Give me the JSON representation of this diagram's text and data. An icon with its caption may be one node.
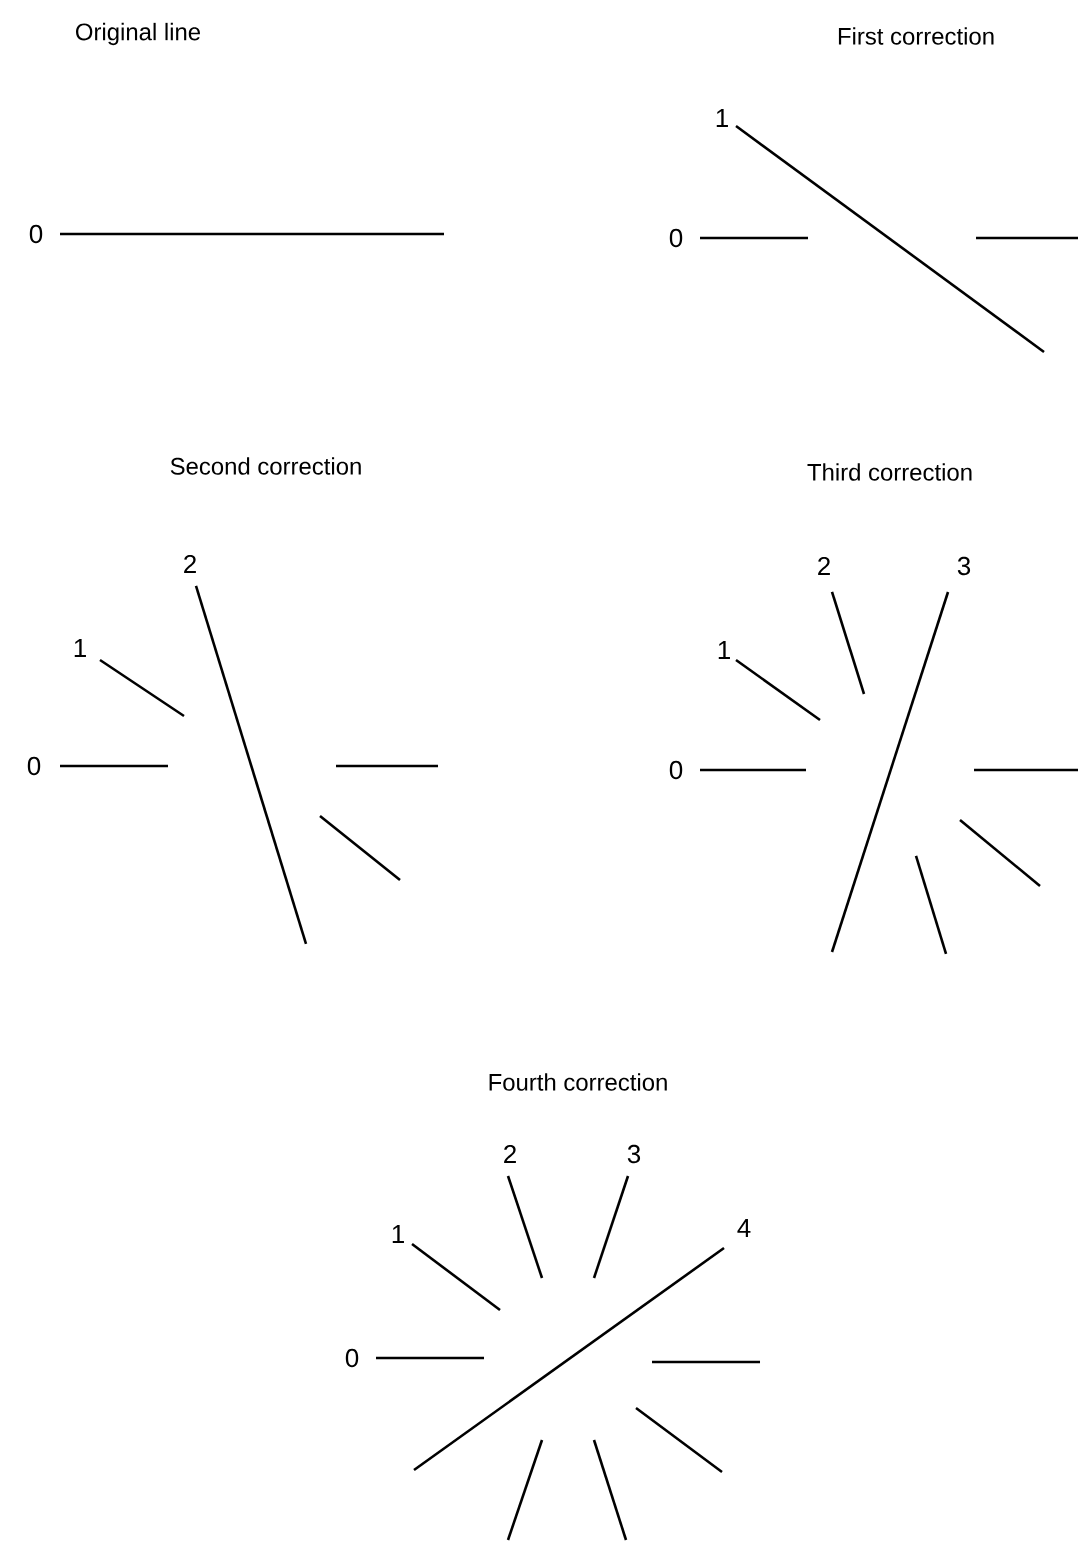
{
  "diagram": {
    "labels": [
      "Original line",
      "0",
      "First correction",
      "1",
      "0",
      "Second correction",
      "2",
      "1",
      "0",
      "Third correction",
      "2",
      "3",
      "1",
      "0",
      "Fourth correction",
      "2",
      "3",
      "4",
      "1",
      "0"
    ]
  }
}
